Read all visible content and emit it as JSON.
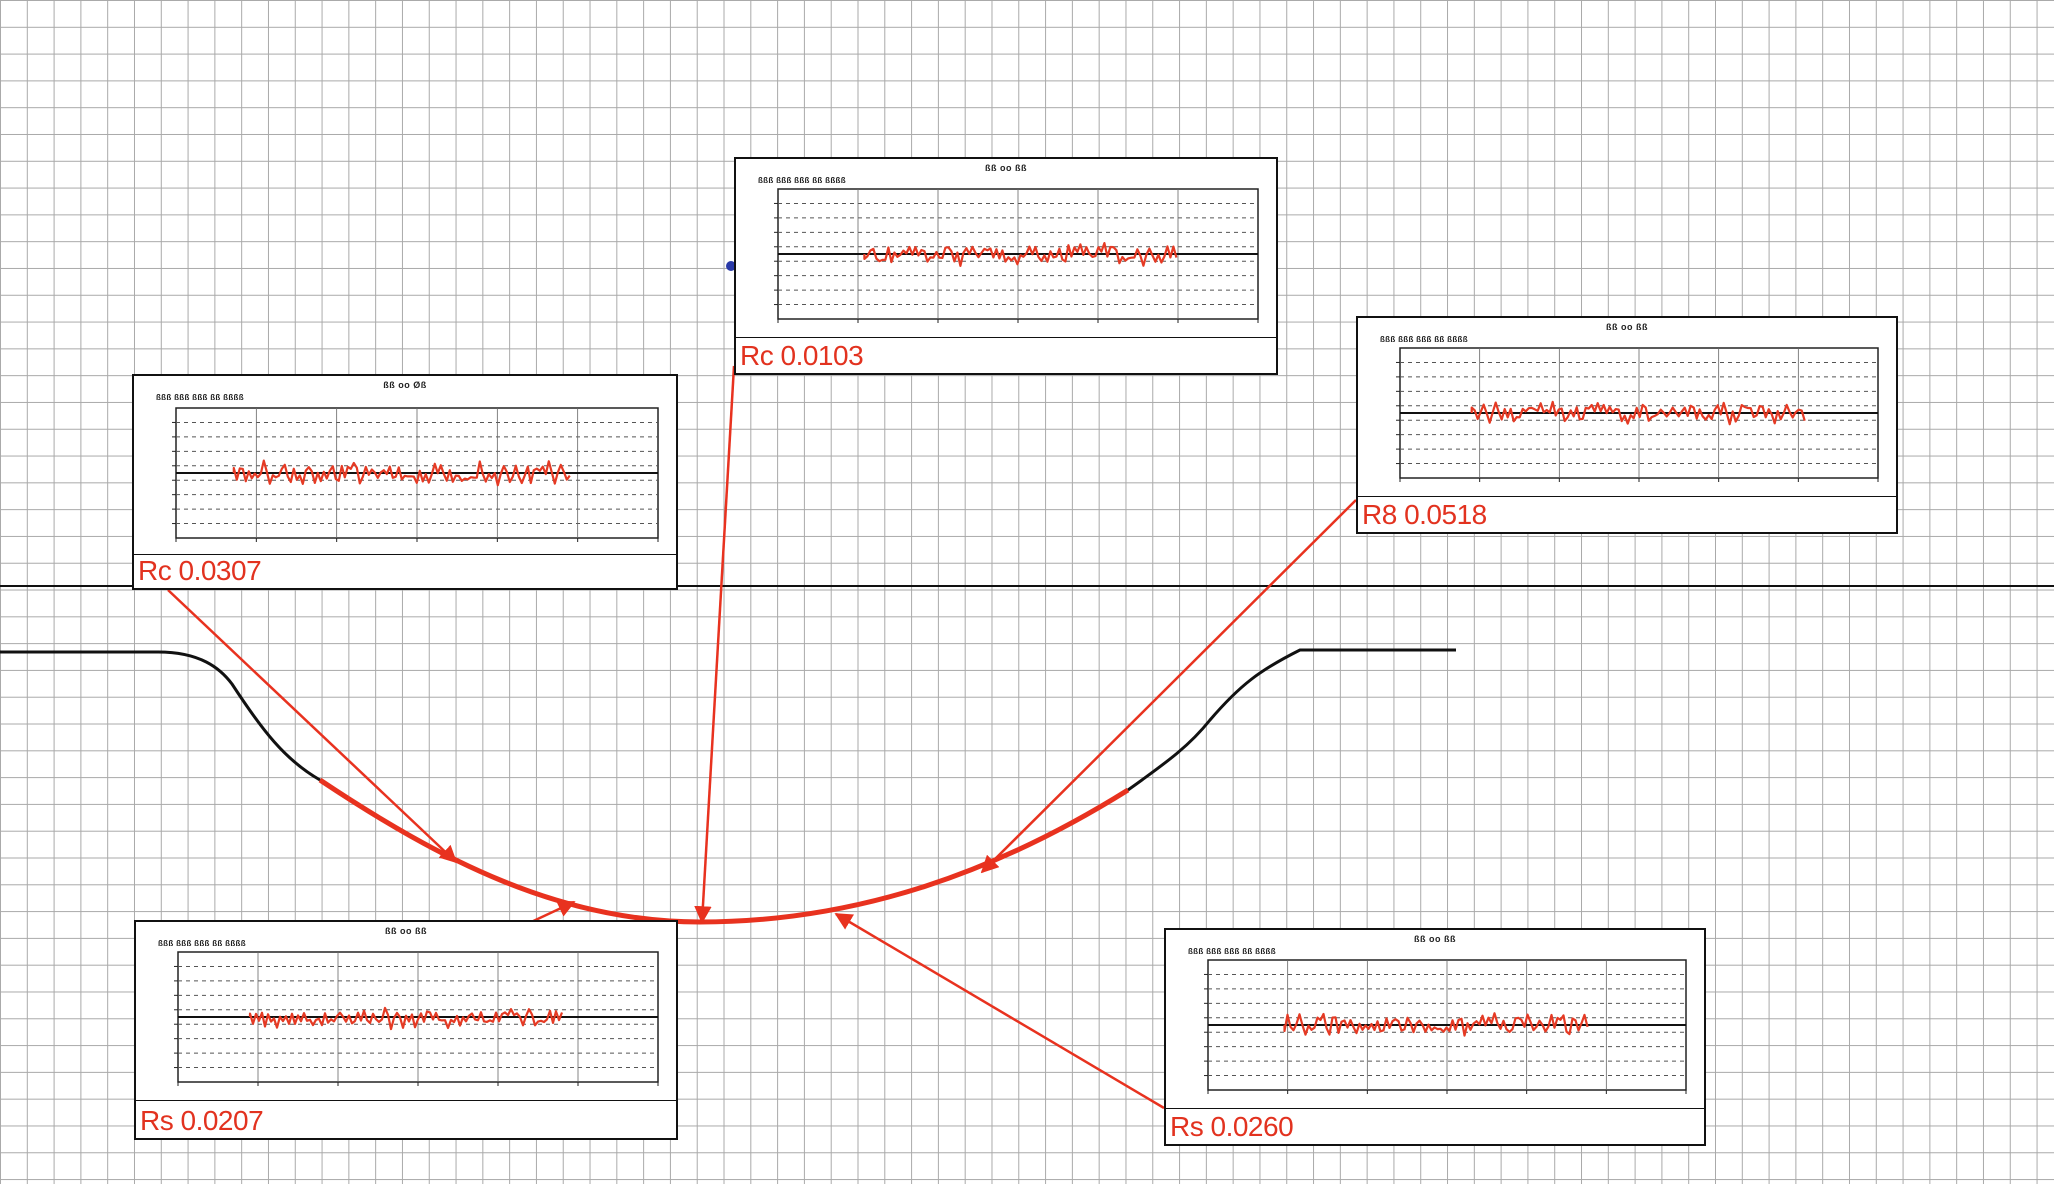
{
  "colors": {
    "grid": "#a9a9a9",
    "arrow": "#e8321f",
    "curve": "#111111",
    "signal": "#e53a24",
    "label": "#e2321f"
  },
  "panels": [
    {
      "id": "p1",
      "title": "ßß oo Øß",
      "legend": "ßßß ßßß ßßß ßß ßßßß",
      "label": "Rc 0.0307"
    },
    {
      "id": "p2",
      "title": "ßß oo ßß",
      "legend": "ßßß ßßß ßßß ßß ßßßß",
      "label": "Rc 0.0103"
    },
    {
      "id": "p3",
      "title": "ßß oo ßß",
      "legend": "ßßß ßßß ßßß ßß ßßßß",
      "label": "R8 0.0518"
    },
    {
      "id": "p4",
      "title": "ßß oo ßß",
      "legend": "ßßß ßßß ßßß ßß ßßßß",
      "label": "Rs 0.0207"
    },
    {
      "id": "p5",
      "title": "ßß oo ßß",
      "legend": "ßßß ßßß ßßß ßß ßßßß",
      "label": "Rs 0.0260"
    }
  ]
}
